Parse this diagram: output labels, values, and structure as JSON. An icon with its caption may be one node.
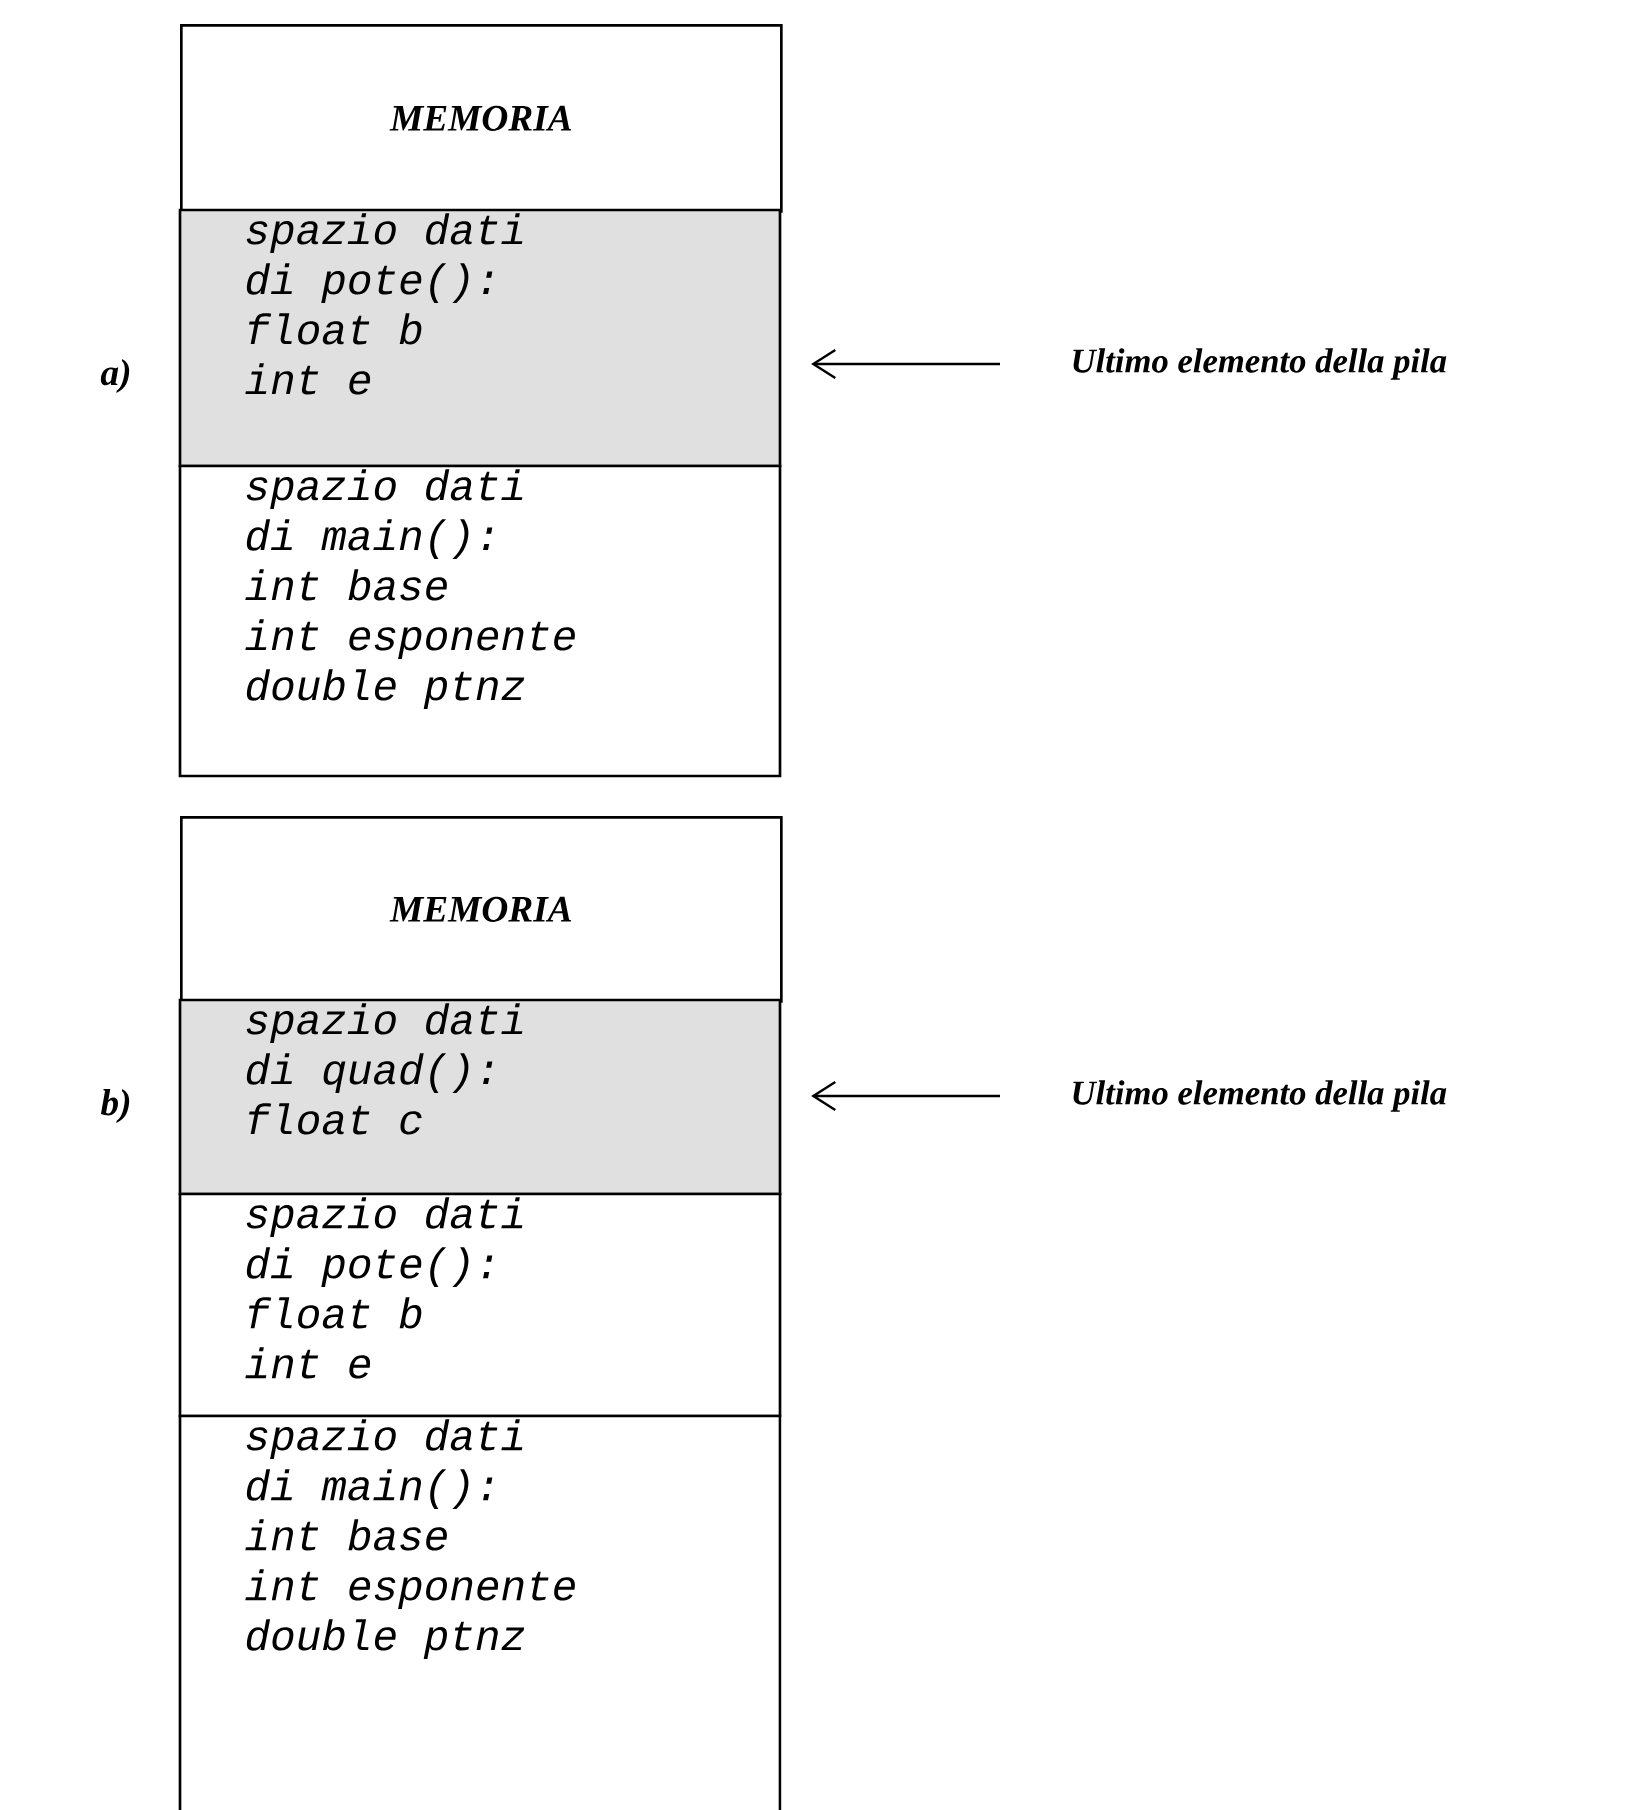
{
  "diagram": {
    "nodes": [
      {
        "text": [
          "MEMORIA"
        ]
      },
      {
        "text": [
          "spazio dati di pote():",
          "float b",
          "int e"
        ]
      },
      {
        "text": [
          "spazio dati di main():",
          "int base",
          "int esponente",
          "double ptnz"
        ]
      },
      {
        "text": [
          "Ultimo elemento della pila"
        ]
      },
      {
        "text": [
          "MEMORIA"
        ]
      },
      {
        "text": [
          "spazio dati di quad():",
          "float c"
        ]
      },
      {
        "text": [
          "spazio dati di pote():",
          "float b",
          "int e"
        ]
      },
      {
        "text": [
          "spazio dati di main():",
          "int base",
          "int esponente",
          "double ptnz"
        ]
      },
      {
        "text": [
          "Ultimo elemento della pila"
        ]
      }
    ],
    "edges": [
      {
        "from": 3,
        "to": 1,
        "arrow": "to"
      },
      {
        "from": 8,
        "to": 5,
        "arrow": "to"
      }
    ],
    "labels": [
      "a)",
      "b)"
    ]
  }
}
